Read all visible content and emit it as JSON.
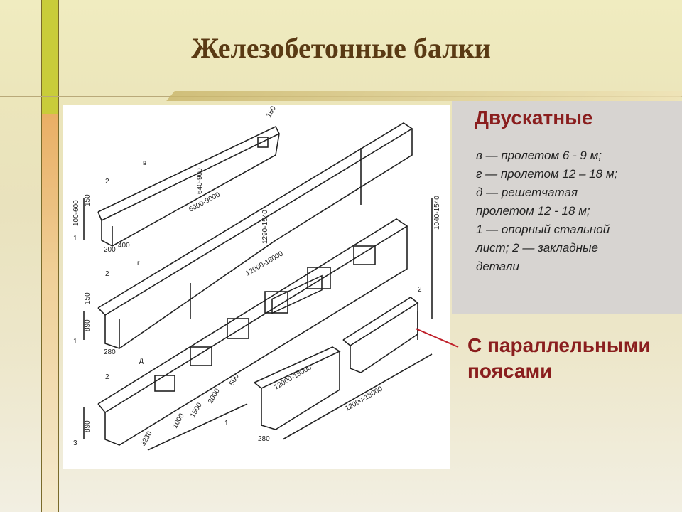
{
  "slide": {
    "title": "Железобетонные балки",
    "subtitle": "Двускатные",
    "description_lines": [
      "в —  пролетом 6 - 9 м;",
      "г — пролетом 12 – 18  м;",
      "д — решетчатая",
      "пролетом 12 - 18 м;",
      "1 — опорный стальной",
      "лист; 2 — закладные",
      "детали"
    ],
    "parallel_label_lines": [
      "С параллельными",
      "поясами"
    ],
    "colors": {
      "title": "#5a3a14",
      "accent": "#8a1e1e",
      "panel": "#d7d4d1"
    }
  },
  "drawing": {
    "labels": {
      "v": "в",
      "g": "г",
      "d": "д",
      "n1": "1",
      "n2": "2",
      "n3": "3",
      "dim_100_600": "100-600",
      "dim_150": "150",
      "dim_160": "160",
      "dim_200": "200",
      "dim_400": "400",
      "dim_6000_9000": "6000-9000",
      "dim_640_900": "640-900",
      "dim_150b": "150",
      "dim_890": "890",
      "dim_12000_18000": "12000-18000",
      "dim_1290_1540": "1290-1540",
      "dim_1040_1540": "1040-1540",
      "dim_280": "280",
      "dim_3230": "3230",
      "dim_1000": "1000",
      "dim_1500": "1500",
      "dim_2000": "2000",
      "dim_500": "500",
      "dim_890b": "890",
      "dim_12000_18000b": "12000-18000",
      "dim_12000_18000c": "12000-18000",
      "dim_280b": "280"
    }
  }
}
